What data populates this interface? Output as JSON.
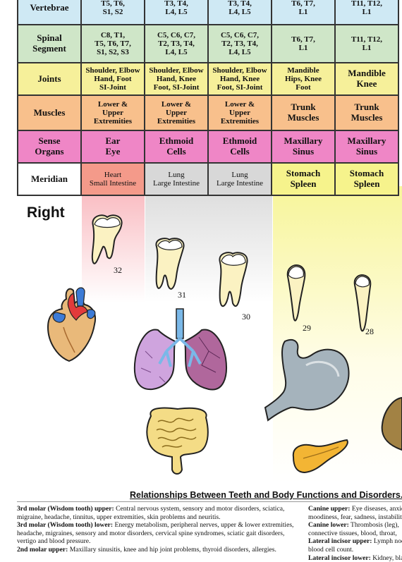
{
  "table": {
    "rows": [
      {
        "header": "Vertebrae",
        "cells": [
          "T5, T6,\nS1, S2",
          "T3, T4,\nL4, L5",
          "T3, T4,\nL4, L5",
          "T6, T7,\nL1",
          "T11, T12,\nL1"
        ]
      },
      {
        "header": "Spinal\nSegment",
        "cells": [
          "C8, T1,\nT5, T6, T7,\nS1, S2, S3",
          "C5, C6, C7,\nT2, T3, T4,\nL4, L5",
          "C5, C6, C7,\nT2, T3, T4,\nL4, L5",
          "T6, T7,\nL1",
          "T11, T12,\nL1"
        ]
      },
      {
        "header": "Joints",
        "cells": [
          "Shoulder, Elbow\nHand, Foot\nSI-Joint",
          "Shoulder, Elbow\nHand, Knee\nFoot, SI-Joint",
          "Shoulder, Elbow\nHand, Knee\nFoot, SI-Joint",
          "Mandible\nHips, Knee\nFoot",
          "Mandible\nKnee"
        ]
      },
      {
        "header": "Muscles",
        "cells": [
          "Lower &\nUpper\nExtremities",
          "Lower &\nUpper\nExtremities",
          "Lower &\nUpper\nExtremities",
          "Trunk\nMuscles",
          "Trunk\nMuscles"
        ]
      },
      {
        "header": "Sense\nOrgans",
        "cells": [
          "Ear\nEye",
          "Ethmoid\nCells",
          "Ethmoid\nCells",
          "Maxillary\nSinus",
          "Maxillary\nSinus"
        ]
      },
      {
        "header": "Meridian",
        "cells": [
          "Heart\nSmall Intestine",
          "Lung\nLarge Intestine",
          "Lung\nLarge Intestine",
          "Stomach\nSpleen",
          "Stomach\nSpleen"
        ]
      }
    ]
  },
  "side_label": "Right",
  "tooth_numbers": [
    "32",
    "31",
    "30",
    "29",
    "28"
  ],
  "section_title": "Relationships Between Teeth and Body Functions and Disorders.",
  "left_entries": [
    {
      "term": "3rd molar (Wisdom tooth) upper:",
      "text": " Central nervous system, sensory and motor disorders, sciatica, migraine, headache, tinnitus, upper extremities, skin problems and neuritis."
    },
    {
      "term": "3rd molar (Wisdom tooth) lower:",
      "text": " Energy metabolism, peripheral nerves, upper & lower extremities, headache, migraines, sensory and motor disorders, cervical spine syndromes, sciatic gait disorders, vertigo and blood pressure."
    },
    {
      "term": "2nd molar upper:",
      "text": " Maxillary sinusitis, knee and hip joint problems, thyroid disorders, allergies."
    }
  ],
  "right_entries": [
    {
      "term": "Canine upper:",
      "text": " Eye diseases, anxiety, moodiness, fear, sadness, instability,"
    },
    {
      "term": "Canine lower:",
      "text": " Thrombosis (leg), connective tissues, blood, throat,"
    },
    {
      "term": "Lateral incisor upper:",
      "text": " Lymph nodes, blood cell count."
    },
    {
      "term": "Lateral incisor lower:",
      "text": " Kidney, bladder,"
    }
  ]
}
